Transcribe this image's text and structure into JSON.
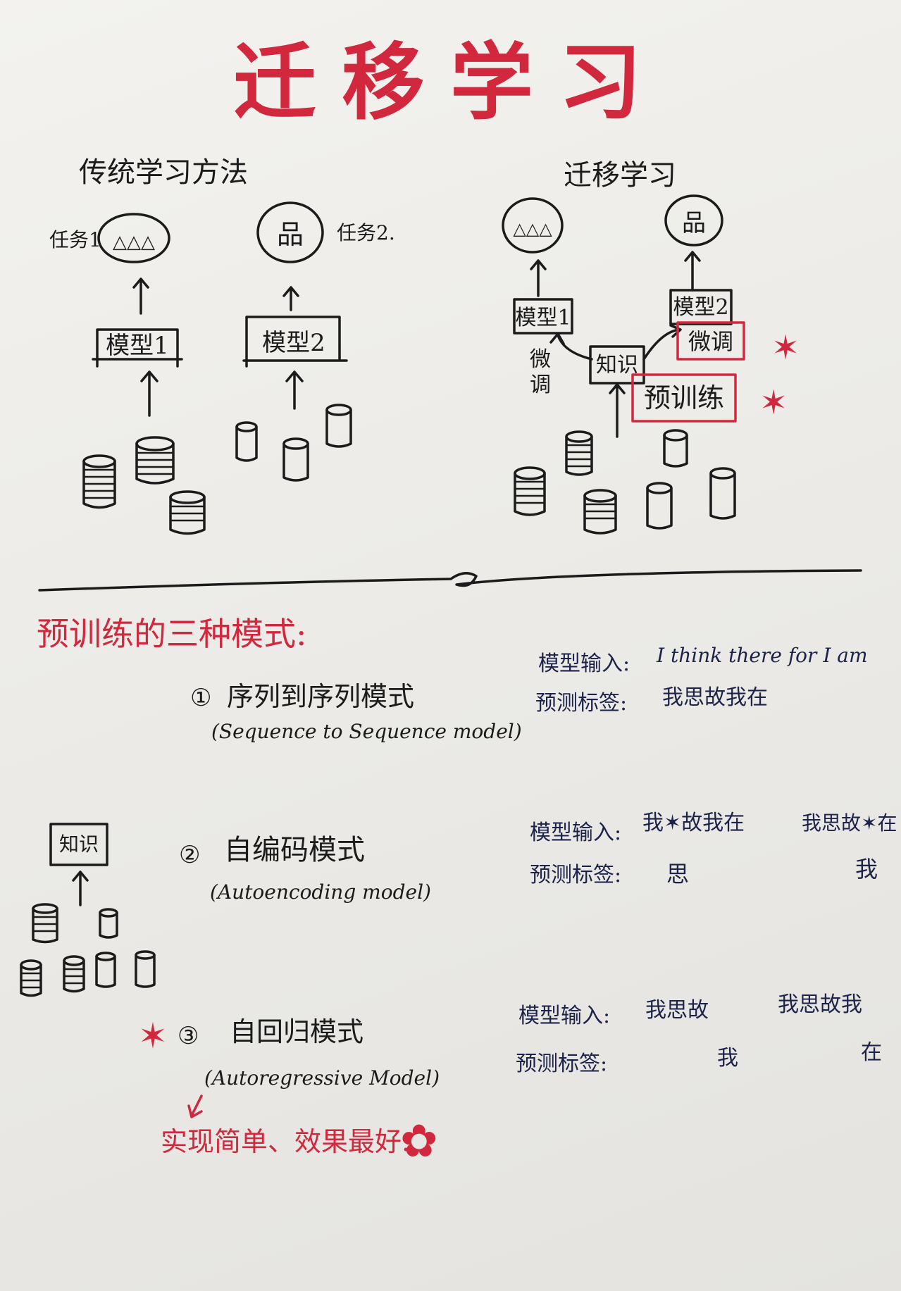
{
  "title": "迁移学习",
  "traditional": {
    "heading": "传统学习方法",
    "task1_label": "任务1",
    "task2_label": "任务2.",
    "task1_output": "△△△",
    "task2_output": "品",
    "model1": "模型1",
    "model2": "模型2"
  },
  "transfer": {
    "heading": "迁移学习",
    "output1": "△△△",
    "output2": "品",
    "model1": "模型1",
    "model2": "模型2",
    "knowledge": "知识",
    "finetune_left": "微调",
    "finetune_right": "微调",
    "pretrain": "预训练",
    "star": "✶"
  },
  "modes_heading": "预训练的三种模式:",
  "modes": [
    {
      "number": "①",
      "name": "序列到序列模式",
      "english": "(Sequence to Sequence model)",
      "input_label": "模型输入:",
      "input": "I think there for I am",
      "label_label": "预测标签:",
      "label": "我思故我在"
    },
    {
      "number": "②",
      "name": "自编码模式",
      "english": "(Autoencoding model)",
      "input_label": "模型输入:",
      "input_a": "我✶故我在",
      "input_b": "我思故✶在",
      "label_label": "预测标签:",
      "label_a": "思",
      "label_b": "我",
      "knowledge": "知识"
    },
    {
      "star": "✶",
      "number": "③",
      "name": "自回归模式",
      "english": "(Autoregressive Model)",
      "input_label": "模型输入:",
      "input_a": "我思故",
      "input_b": "我思故我",
      "label_label": "预测标签:",
      "label_a": "我",
      "label_b": "在",
      "note": "实现简单、效果最好.",
      "flower": "✿"
    }
  ],
  "colors": {
    "red_ink": "#d2283e",
    "black_ink": "#1b1b1b",
    "navy_ink": "#1d2348",
    "paper": "#eeede9"
  }
}
